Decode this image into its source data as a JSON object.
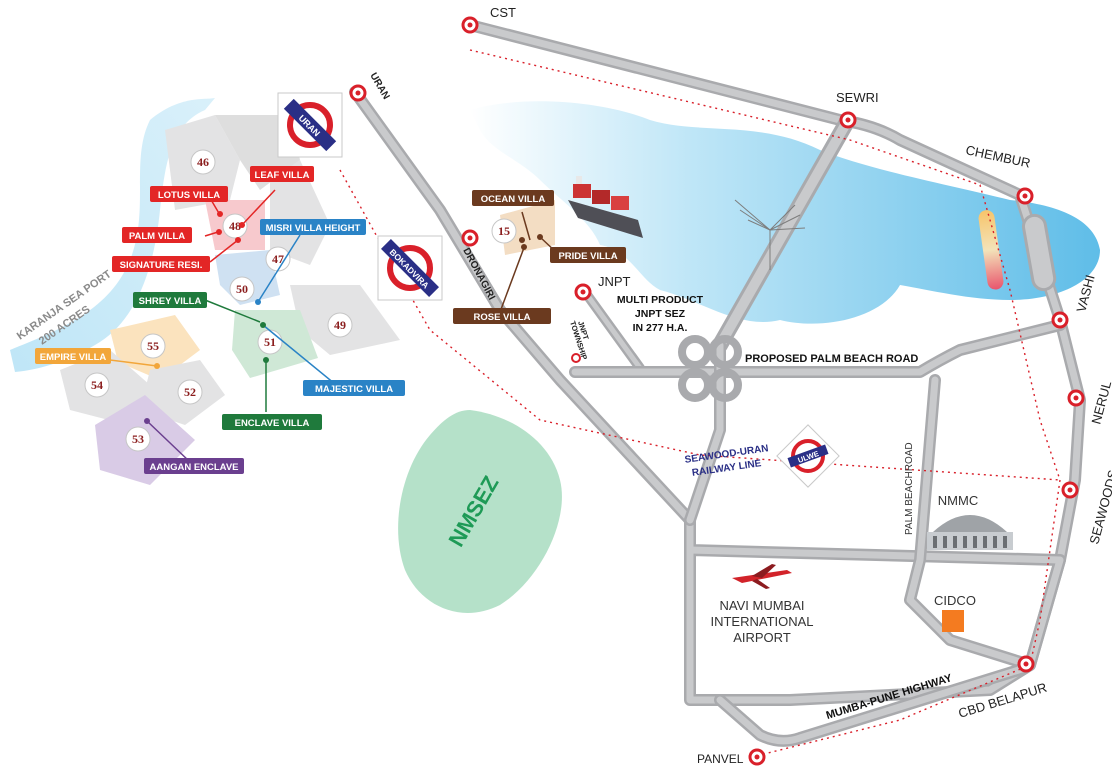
{
  "stations": {
    "cst": "CST",
    "uran": "URAN",
    "sewri": "SEWRI",
    "chembur": "CHEMBUR",
    "vashi": "VASHI",
    "nerul": "NERUL",
    "seawoods": "SEAWOODS",
    "cbd_belapur": "CBD BELAPUR",
    "panvel": "PANVEL",
    "dronagiri": "DRONAGIRI",
    "jnpt": "JNPT",
    "jnpt_township_1": "JNPT",
    "jnpt_township_2": "TOWNSHIP"
  },
  "metro_signs": {
    "uran": "URAN",
    "bokadvira": "BOKADVIRA",
    "ulwe": "ULWE"
  },
  "labels": {
    "karanja_1": "KARANJA SEA PORT",
    "karanja_2": "200 ACRES",
    "sez_1": "MULTI PRODUCT",
    "sez_2": "JNPT SEZ",
    "sez_3": "IN 277 H.A.",
    "palm_beach_road": "PROPOSED PALM BEACH ROAD",
    "palm_beachroad_vertical": "PALM BEACHROAD",
    "rail_line_1": "SEAWOOD-URAN",
    "rail_line_2": "RAILWAY LINE",
    "nmsez": "NMSEZ",
    "nmmc": "NMMC",
    "cidco": "CIDCO",
    "airport_1": "NAVI MUMBAI",
    "airport_2": "INTERNATIONAL",
    "airport_3": "AIRPORT",
    "highway": "MUMBA-PUNE HIGHWAY"
  },
  "projects": {
    "leaf_villa": "LEAF VILLA",
    "lotus_villa": "LOTUS VILLA",
    "palm_villa": "PALM VILLA",
    "signature_resi": "SIGNATURE RESI.",
    "misri_villa_height": "MISRI VILLA HEIGHT",
    "shrey_villa": "SHREY VILLA",
    "empire_villa": "EMPIRE VILLA",
    "majestic_villa": "MAJESTIC VILLA",
    "enclave_villa": "ENCLAVE VILLA",
    "aangan_enclave": "AANGAN ENCLAVE",
    "ocean_villa": "OCEAN VILLA",
    "pride_villa": "PRIDE VILLA",
    "rose_villa": "ROSE VILLA"
  },
  "sectors": {
    "s46": "46",
    "s47": "47",
    "s48": "48",
    "s49": "49",
    "s50": "50",
    "s51": "51",
    "s52": "52",
    "s53": "53",
    "s54": "54",
    "s55": "55",
    "s15": "15"
  },
  "colors": {
    "road": "#a9aaad",
    "station_ring": "#d9202a",
    "metro_blue": "#2a2f86",
    "sea": "#8fd0ef",
    "nmsez_fill": "#a8dcc0",
    "nmsez_text": "#1e9a56",
    "red_tag": "#e32626",
    "blue_tag": "#2a83c6",
    "green_tag": "#1f7a3c",
    "orange_tag": "#f2a63a",
    "purple_tag": "#6b3f8f",
    "brown_tag": "#6b3a1f",
    "cidco": "#f47b20"
  }
}
